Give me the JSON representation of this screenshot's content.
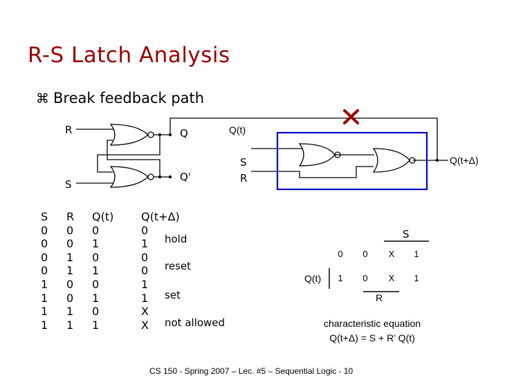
{
  "slide": {
    "title": "R-S Latch Analysis",
    "bullet_icon": "z-bullet-icon",
    "bullet": "Break feedback path",
    "footer": "CS 150 - Spring 2007 – Lec. #5 – Sequential Logic - 10"
  },
  "latch": {
    "r_label": "R",
    "s_label": "S",
    "q_label": "Q",
    "qbar_label": "Q'"
  },
  "broken": {
    "qt_label": "Q(t)",
    "qnext_label": "Q(t+Δ)",
    "s_label": "S",
    "r_label": "R",
    "box_color": "#0000cc",
    "cut_color": "#990000",
    "cut_icon": "x-cross-icon"
  },
  "truth_table": {
    "headers": [
      "S",
      "R",
      "Q(t)",
      "Q(t+Δ)"
    ],
    "s": [
      "0",
      "0",
      "0",
      "0",
      "1",
      "1",
      "1",
      "1"
    ],
    "r": [
      "0",
      "0",
      "1",
      "1",
      "0",
      "0",
      "1",
      "1"
    ],
    "qt": [
      "0",
      "1",
      "0",
      "1",
      "0",
      "1",
      "0",
      "1"
    ],
    "qnext": [
      "0",
      "1",
      "0",
      "0",
      "1",
      "1",
      "X",
      "X"
    ],
    "notes": {
      "hold": "hold",
      "reset": "reset",
      "set": "set",
      "not_allowed": "not allowed"
    }
  },
  "kmap": {
    "s_label": "S",
    "r_label": "R",
    "qt_label": "Q(t)",
    "row0": [
      "0",
      "0",
      "X",
      "1"
    ],
    "row1": [
      "1",
      "0",
      "X",
      "1"
    ]
  },
  "characteristic": {
    "caption": "characteristic equation",
    "equation": "Q(t+Δ) = S + R’ Q(t)"
  }
}
